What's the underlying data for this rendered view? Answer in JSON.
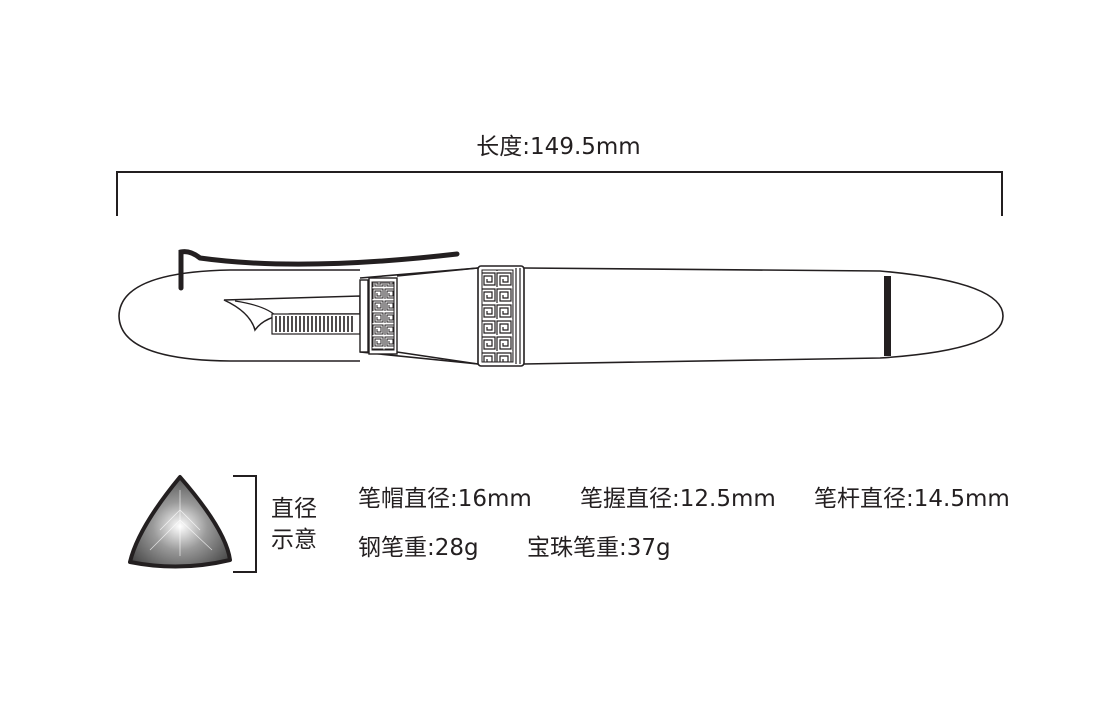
{
  "dimensions": {
    "length": "长度:149.5mm"
  },
  "diameter_legend": {
    "title_line1": "直径",
    "title_line2": "示意"
  },
  "specs": {
    "cap_diameter": "笔帽直径:16mm",
    "grip_diameter": "笔握直径:12.5mm",
    "barrel_diameter": "笔杆直径:14.5mm",
    "steel_pen_weight": "钢笔重:28g",
    "rollerball_weight": "宝珠笔重:37g"
  },
  "colors": {
    "line": "#231f20",
    "background": "#ffffff"
  },
  "icons": {
    "cross_section": "triangle-cross-section-icon"
  }
}
